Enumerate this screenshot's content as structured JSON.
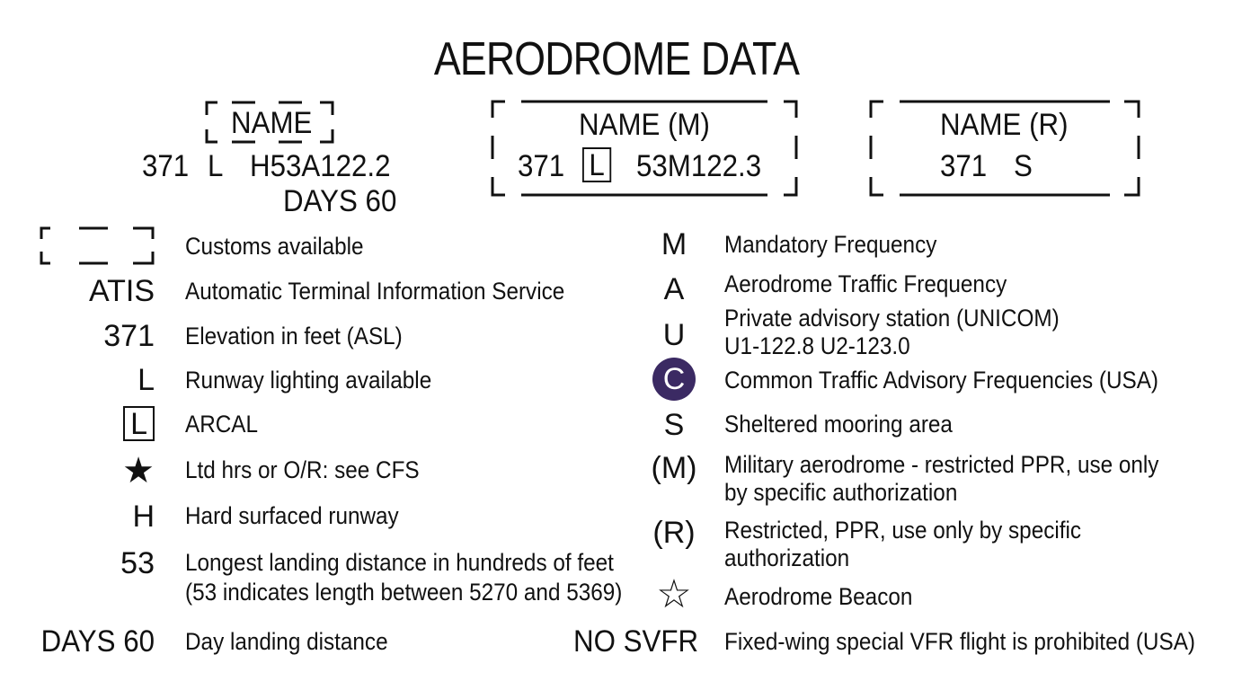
{
  "title": "AERODROME DATA",
  "examples": {
    "customs": {
      "name": "NAME",
      "line1_elev": "371",
      "line1_light": "L",
      "line1_code": "H53A122.2",
      "line2": "DAYS 60"
    },
    "military": {
      "name": "NAME (M)",
      "line1_elev": "371",
      "line1_arcal": "L",
      "line1_code": "53M122.3"
    },
    "restricted": {
      "name": "NAME (R)",
      "line1_elev": "371",
      "line1_code": "S"
    }
  },
  "legend_left": [
    {
      "symbol": "",
      "symbol_type": "dashed-box",
      "text": "Customs available"
    },
    {
      "symbol": "ATIS",
      "text": "Automatic Terminal Information Service"
    },
    {
      "symbol": "371",
      "text": "Elevation in feet (ASL)"
    },
    {
      "symbol": "L",
      "text": "Runway lighting available"
    },
    {
      "symbol": "L",
      "symbol_type": "boxed",
      "text": "ARCAL"
    },
    {
      "symbol": "★",
      "symbol_type": "black-star-icon",
      "text": "Ltd hrs or O/R: see CFS"
    },
    {
      "symbol": "H",
      "text": "Hard surfaced runway"
    },
    {
      "symbol": "53",
      "text": "Longest landing distance in hundreds of feet",
      "text2": "(53 indicates length between 5270 and 5369)"
    },
    {
      "symbol": "DAYS 60",
      "text": "Day landing distance"
    }
  ],
  "legend_right": [
    {
      "symbol": "M",
      "text": "Mandatory Frequency"
    },
    {
      "symbol": "A",
      "text": "Aerodrome Traffic Frequency"
    },
    {
      "symbol": "U",
      "text": "Private advisory station (UNICOM)",
      "text2": "U1-122.8 U2-123.0"
    },
    {
      "symbol": "C",
      "symbol_type": "circle",
      "symbol_color": "#3b2a63",
      "text": "Common Traffic Advisory Frequencies (USA)"
    },
    {
      "symbol": "S",
      "text": "Sheltered mooring area"
    },
    {
      "symbol": "(M)",
      "text": "Military aerodrome - restricted PPR, use only",
      "text2": "by specific authorization"
    },
    {
      "symbol": "(R)",
      "text": "Restricted, PPR, use only by specific",
      "text2": "authorization"
    },
    {
      "symbol": "☆",
      "symbol_type": "outline-star-icon",
      "text": "Aerodrome Beacon"
    },
    {
      "symbol": "NO SVFR",
      "text": "Fixed-wing special VFR flight is prohibited (USA)"
    }
  ]
}
